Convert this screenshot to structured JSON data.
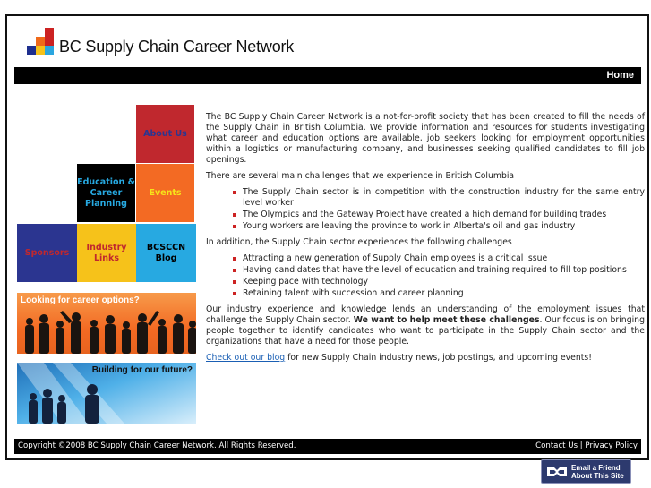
{
  "header": {
    "title": "BC Supply Chain Career Network",
    "logo_colors": [
      "#cc2222",
      "#f06a1a",
      "#1e2f8e",
      "#f6c21a",
      "#2aa6e0"
    ]
  },
  "nav": {
    "home": "Home"
  },
  "tiles": {
    "about": {
      "label": "About Us",
      "color": "#c0282e"
    },
    "education": {
      "label": "Education & Career Planning",
      "color": "#000000"
    },
    "events": {
      "label": "Events",
      "color": "#f36a23"
    },
    "sponsors": {
      "label": "Sponsors",
      "color": "#2b3590"
    },
    "industry": {
      "label": "Industry Links",
      "color": "#f6c21a"
    },
    "blog": {
      "label": "BCSCCN Blog",
      "color": "#27a9e1"
    }
  },
  "banners": {
    "career": "Looking for career options?",
    "future": "Building for our future?"
  },
  "content": {
    "intro": "The BC Supply Chain Career Network is a not-for-profit society that has been created to fill the needs of the Supply Chain in British Columbia. We provide information and resources for students investigating what career and education options are available, job seekers looking for employment opportunities within a logistics or manufacturing company, and businesses seeking qualified candidates to fill job openings.",
    "challenges_intro": "There are several main challenges that we experience in British Columbia",
    "challenges": [
      "The Supply Chain sector is in competition with the construction industry for the same entry level worker",
      "The Olympics and the Gateway Project have created a high demand for building trades",
      "Young workers are leaving the province to work in Alberta's oil and gas industry"
    ],
    "sector_intro": "In addition, the Supply Chain sector experiences the following challenges",
    "sector_challenges": [
      "Attracting a new generation of Supply Chain employees is a critical issue",
      "Having candidates that have the level of education and training required to fill top positions",
      "Keeping pace with technology",
      "Retaining talent with succession and career planning"
    ],
    "closing_start": "Our industry experience and knowledge lends an understanding of the employment issues that challenge the Supply Chain sector.",
    "closing_bold": "We want to help meet these challenges",
    "closing_end": ". Our focus is on bringing people together to identify candidates who want to participate in the Supply Chain sector and the organizations that have a need for those people.",
    "blog_link": "Check out our blog",
    "blog_rest": " for new Supply Chain industry news, job postings, and upcoming events!"
  },
  "footer": {
    "copyright": "Copyright ©2008 BC Supply Chain Career Network. All Rights Reserved.",
    "contact": "Contact Us",
    "separator": "|",
    "privacy": "Privacy Policy"
  },
  "email_button": {
    "line1": "Email a Friend",
    "line2": "About This Site"
  }
}
